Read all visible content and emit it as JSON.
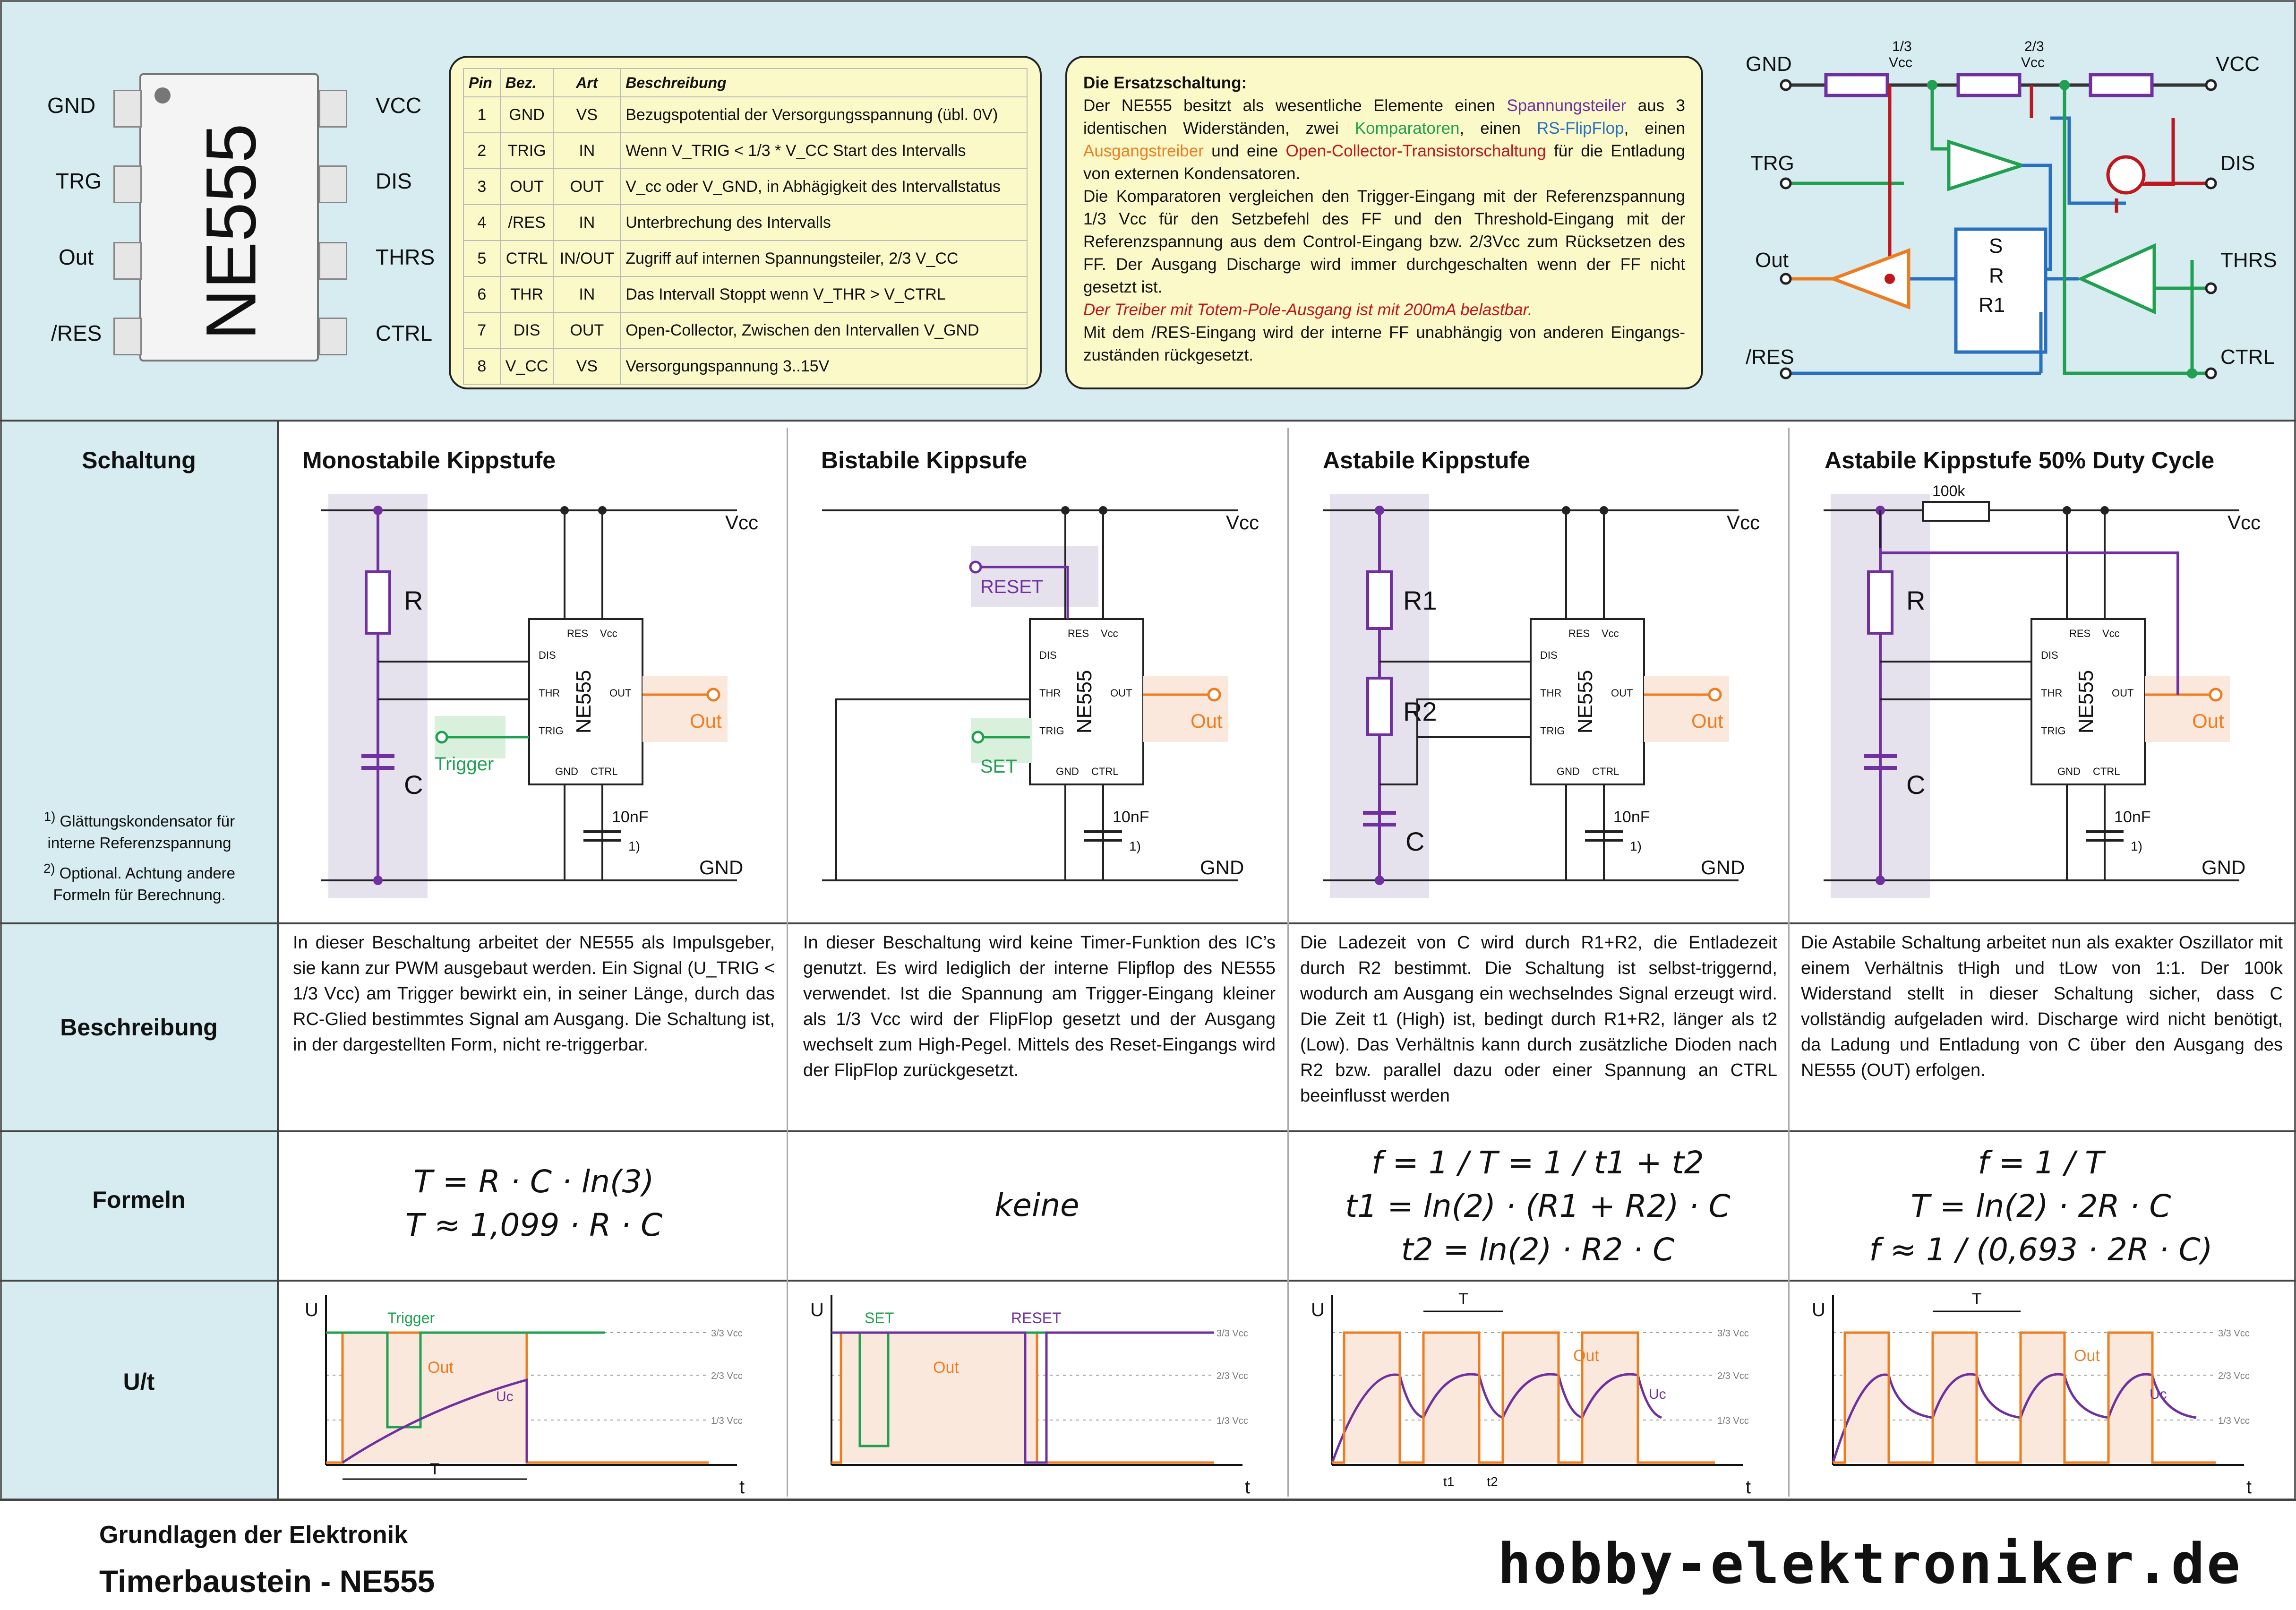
{
  "ic": {
    "name": "NE555",
    "left_pins": [
      "GND",
      "TRG",
      "Out",
      "/RES"
    ],
    "right_pins": [
      "VCC",
      "DIS",
      "THRS",
      "CTRL"
    ]
  },
  "pin_table": {
    "headers": [
      "Pin",
      "Bez.",
      "Art",
      "Beschreibung"
    ],
    "rows": [
      [
        "1",
        "GND",
        "VS",
        "Bezugspotential der Versorgungsspannung (übl. 0V)"
      ],
      [
        "2",
        "TRIG",
        "IN",
        "Wenn V_TRIG < 1/3 * V_CC Start des Intervalls"
      ],
      [
        "3",
        "OUT",
        "OUT",
        "V_cc oder V_GND, in Abhägigkeit des Intervallstatus"
      ],
      [
        "4",
        "/RES",
        "IN",
        "Unterbrechung des Intervalls"
      ],
      [
        "5",
        "CTRL",
        "IN/OUT",
        "Zugriff auf internen Spannungsteiler, 2/3 V_CC"
      ],
      [
        "6",
        "THR",
        "IN",
        "Das Intervall Stoppt wenn V_THR > V_CTRL"
      ],
      [
        "7",
        "DIS",
        "OUT",
        "Open-Collector, Zwischen den Intervallen V_GND"
      ],
      [
        "8",
        "V_CC",
        "VS",
        "Versorgungspannung 3..15V"
      ]
    ]
  },
  "ersatz": {
    "title": "Die Ersatzschaltung:",
    "p1_a": "Der NE555 besitzt als wesentliche Elemente einen ",
    "p1_spannungsteiler": "Spannungsteiler",
    "p1_b": " aus 3 identischen Widerständen, zwei ",
    "p1_komparatoren": "Komparatoren",
    "p1_c": ", einen ",
    "p1_flipflop": "RS-FlipFlop",
    "p1_d": ", einen ",
    "p1_treiber": "Ausgangstreiber",
    "p1_e": " und eine ",
    "p1_transistor": "Open-Collector-Transistorschaltung",
    "p1_f": " für die Entladung von externen Kondensatoren.",
    "p2": "Die Komparatoren vergleichen den Trigger-Eingang mit der Referenzspannung 1/3 Vcc für den Setzbefehl des FF und den Threshold-Eingang mit der Referenzspannung aus dem Control-Eingang bzw. 2/3Vcc zum Rücksetzen des FF. Der Ausgang Discharge wird immer durchgeschalten wenn der FF nicht gesetzt ist.",
    "p3": "Der Treiber mit Totem-Pole-Ausgang ist mit 200mA belastbar.",
    "p4": "Mit dem /RES-Eingang wird der interne FF unabhängig von anderen Eingangs-zuständen rückgesetzt."
  },
  "equiv": {
    "gnd": "GND",
    "vcc": "VCC",
    "trg": "TRG",
    "dis": "DIS",
    "out": "Out",
    "thrs": "THRS",
    "res": "/RES",
    "ctrl": "CTRL",
    "tap1": "1/3",
    "tap2": "2/3",
    "tapv": "Vcc",
    "s": "S",
    "r": "R",
    "r1": "R1"
  },
  "rows": {
    "schaltung": "Schaltung",
    "beschreibung": "Beschreibung",
    "formeln": "Formeln",
    "ut": "U/t"
  },
  "notes": {
    "n1": "Glättungskondensator für interne Referenzspannung",
    "n2": "Optional. Achtung andere Formeln für Berechnung."
  },
  "columns": [
    {
      "title": "Monostabile Kippstufe",
      "desc": "In dieser Beschaltung arbeitet der NE555 als Impulsgeber, sie kann zur PWM ausgebaut werden. Ein Signal (U_TRIG < 1/3 Vcc) am Trigger bewirkt ein, in seiner Länge, durch das RC-Glied bestimmtes Signal am Ausgang. Die Schaltung ist, in der dargestellten Form, nicht re-triggerbar.",
      "formula": [
        "T = R · C · ln(3)",
        "T ≈ 1,099 · R · C"
      ],
      "input_label": "Trigger",
      "components": [
        "R",
        "C"
      ]
    },
    {
      "title": "Bistabile Kippsufe",
      "desc": "In dieser Beschaltung wird keine Timer-Funktion des IC’s genutzt. Es wird lediglich der interne Flipflop des NE555 verwendet. Ist die Spannung am Trigger-Eingang kleiner als 1/3 Vcc wird der FlipFlop gesetzt und der Ausgang wechselt zum High-Pegel. Mittels des Reset-Eingangs wird der FlipFlop zurückgesetzt.",
      "formula": [
        "keine"
      ],
      "input_label": "SET",
      "reset_label": "RESET"
    },
    {
      "title": "Astabile Kippstufe",
      "desc": "Die Ladezeit von C wird durch R1+R2, die Entladezeit durch R2 bestimmt. Die Schaltung ist selbst-triggernd, wodurch am Ausgang ein wechselndes Signal erzeugt wird. Die Zeit t1 (High) ist, bedingt durch R1+R2, länger als t2 (Low). Das Verhältnis kann durch zusätzliche Dioden nach R2 bzw. parallel dazu oder einer Spannung an CTRL beeinflusst werden",
      "formula": [
        "f = 1 / T = 1 / t1 + t2",
        "t1 = ln(2) · (R1 + R2) · C",
        "t2 = ln(2) · R2 · C"
      ],
      "components": [
        "R1",
        "R2",
        "C"
      ]
    },
    {
      "title": "Astabile Kippstufe 50% Duty Cycle",
      "desc": "Die Astabile Schaltung arbeitet nun als exakter Oszillator mit einem Verhältnis tHigh und tLow von 1:1. Der 100k Widerstand stellt in dieser Schaltung sicher, dass C vollständig aufgeladen wird. Discharge wird nicht benötigt, da Ladung und Entladung von C über den Ausgang des NE555 (OUT) erfolgen.",
      "formula": [
        "f = 1 / T",
        "T = ln(2) · 2R · C",
        "f ≈ 1 / (0,693 · 2R · C)"
      ],
      "components": [
        "R",
        "C",
        "100k"
      ]
    }
  ],
  "schematic": {
    "vcc": "Vcc",
    "gnd": "GND",
    "out": "Out",
    "chip": "NE555",
    "res": "RES",
    "vcc_pin": "Vcc",
    "dis": "DIS",
    "thr": "THR",
    "trig": "TRIG",
    "gnd_pin": "GND",
    "ctrl": "CTRL",
    "outp": "OUT",
    "cap": "10nF",
    "note": "1)"
  },
  "waveform": {
    "u": "U",
    "t": "t",
    "levels": [
      "3/3 Vcc",
      "2/3 Vcc",
      "1/3 Vcc"
    ],
    "out": "Out",
    "uc": "Uc",
    "period": "T",
    "t1": "t1",
    "t2": "t2"
  },
  "footer": {
    "subtitle": "Grundlagen der Elektronik",
    "title": "Timerbaustein - NE555",
    "brand": "hobby-elektroniker.de"
  },
  "colors": {
    "purple": "#7030a0",
    "green": "#20a050",
    "orange": "#ee7d22",
    "blue": "#2a70c0",
    "red": "#c0161e",
    "lightblue": "#d6ecf1"
  }
}
